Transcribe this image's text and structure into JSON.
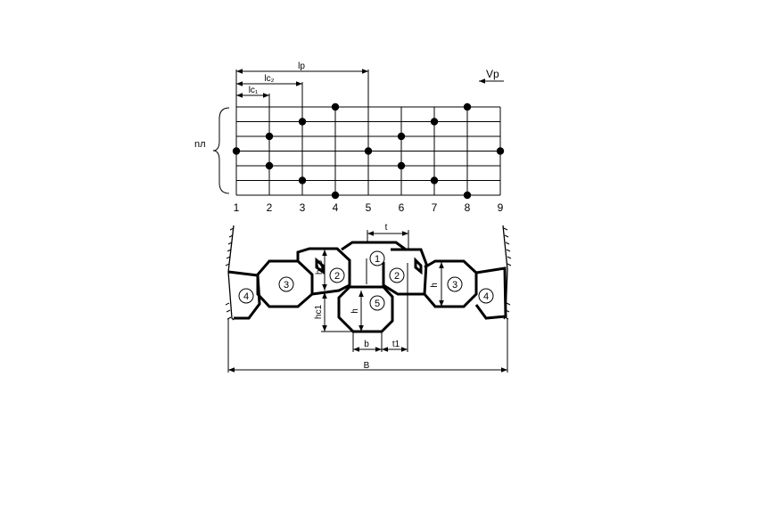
{
  "grid": {
    "top_dims": {
      "lp": "lр",
      "lc2": "lс₂",
      "lc1": "lс₁"
    },
    "velocity_label": "Vр",
    "brace_label": "nл",
    "column_numbers": [
      "1",
      "2",
      "3",
      "4",
      "5",
      "6",
      "7",
      "8",
      "9"
    ],
    "dots": [
      {
        "col": 1,
        "row": 3
      },
      {
        "col": 2,
        "row": 2
      },
      {
        "col": 2,
        "row": 4
      },
      {
        "col": 3,
        "row": 1
      },
      {
        "col": 3,
        "row": 5
      },
      {
        "col": 4,
        "row": 0
      },
      {
        "col": 4,
        "row": 6
      },
      {
        "col": 5,
        "row": 3
      },
      {
        "col": 6,
        "row": 2
      },
      {
        "col": 6,
        "row": 4
      },
      {
        "col": 7,
        "row": 1
      },
      {
        "col": 7,
        "row": 5
      },
      {
        "col": 8,
        "row": 0
      },
      {
        "col": 8,
        "row": 6
      },
      {
        "col": 9,
        "row": 3
      }
    ]
  },
  "section": {
    "circle_labels": [
      "1",
      "2",
      "2",
      "3",
      "3",
      "4",
      "4",
      "5"
    ],
    "dims": {
      "t": "t",
      "hc3": "hс3",
      "h_right": "h",
      "h_center": "h",
      "hc1": "hс1",
      "b": "b",
      "t1": "t1",
      "B": "B"
    }
  }
}
